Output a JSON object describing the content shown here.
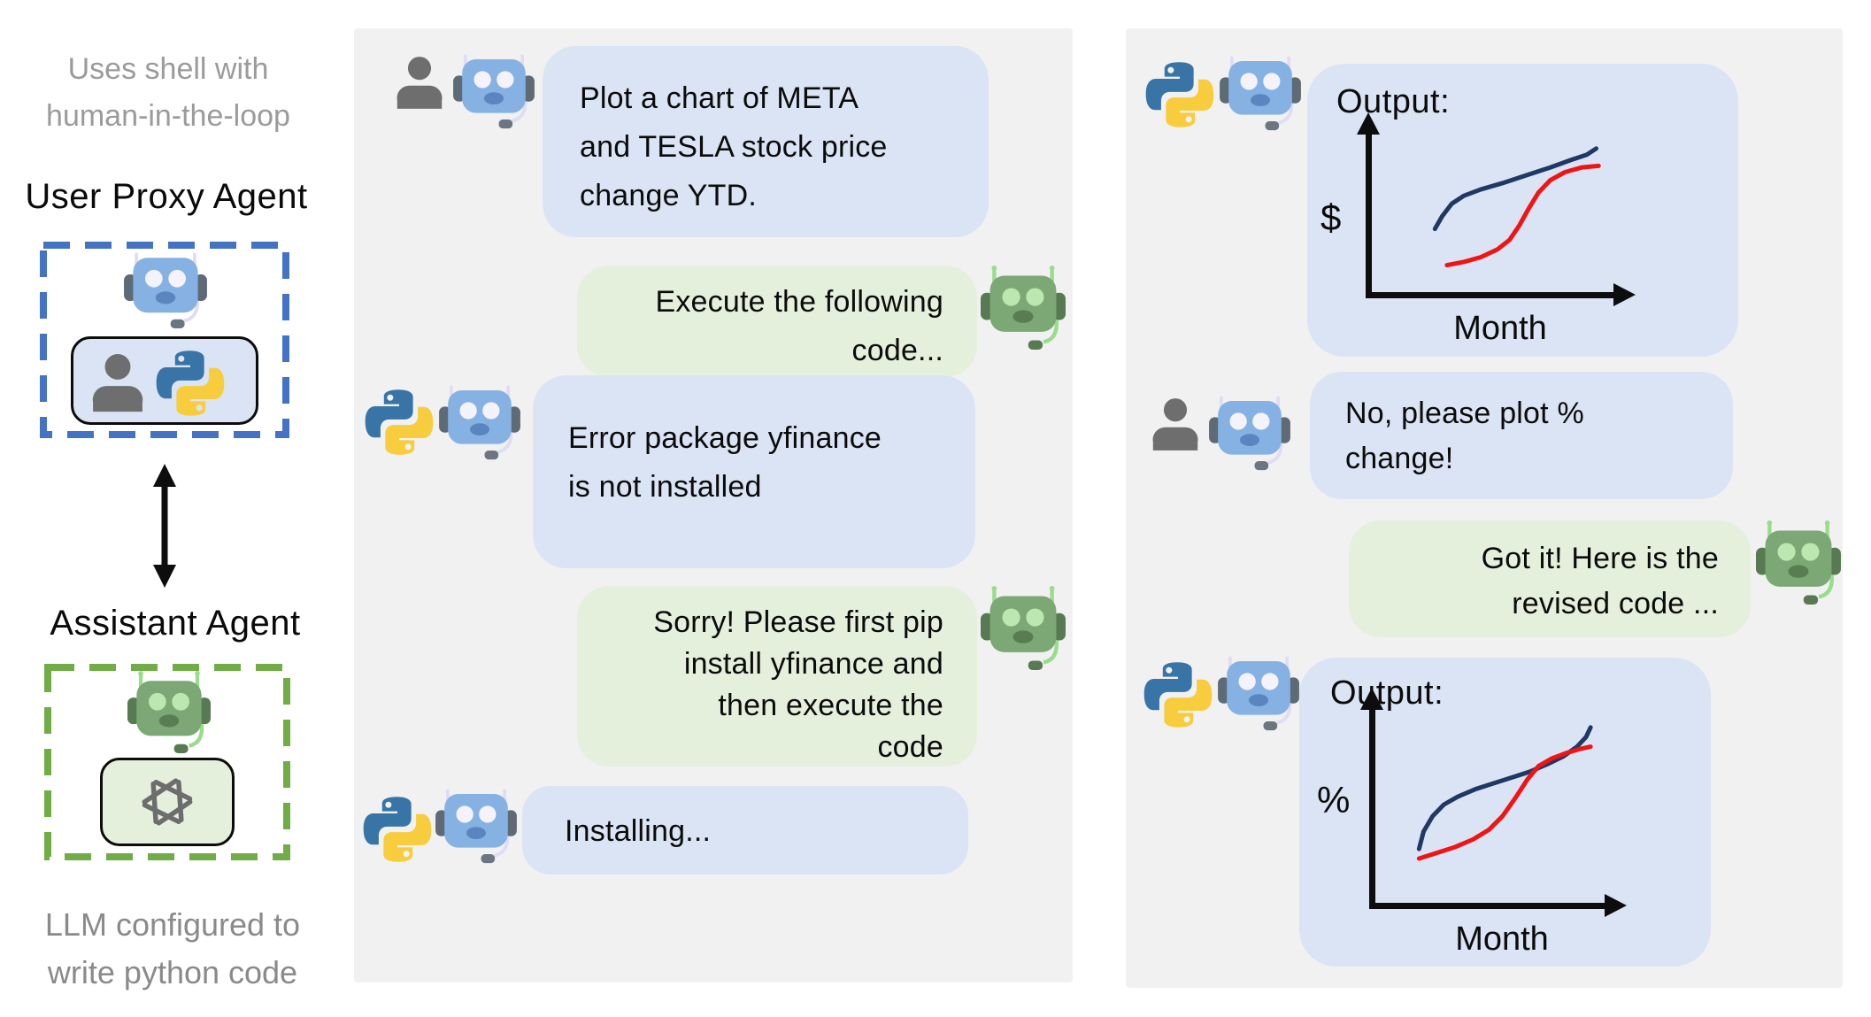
{
  "left_column": {
    "caption_top": "Uses shell with\nhuman-in-the-loop",
    "user_proxy_title": "User Proxy Agent",
    "assistant_title": "Assistant Agent",
    "caption_bottom": "LLM configured to\nwrite python code"
  },
  "middle_panel": {
    "messages": [
      {
        "from": "user-proxy",
        "side": "left",
        "text": "Plot a chart of META\nand TESLA stock price\nchange YTD."
      },
      {
        "from": "assistant",
        "side": "right",
        "text": "Execute the following\ncode..."
      },
      {
        "from": "user-proxy",
        "side": "left",
        "text": "Error package yfinance\nis not installed"
      },
      {
        "from": "assistant",
        "side": "right",
        "text": "Sorry! Please first pip\ninstall yfinance and\nthen execute the\ncode"
      },
      {
        "from": "user-proxy",
        "side": "left",
        "text": "Installing..."
      }
    ]
  },
  "right_panel": {
    "output1_label": "Output:",
    "output1_ylabel": "$",
    "output1_xlabel": "Month",
    "msg_no": "No, please plot %\nchange!",
    "msg_got": "Got it! Here is the\nrevised code ...",
    "output2_label": "Output:",
    "output2_ylabel": "%",
    "output2_xlabel": "Month"
  },
  "colors": {
    "panel_bg": "#f1f1f2",
    "bubble_blue": "#dbe4f4",
    "bubble_green": "#e4f0dc",
    "dashed_blue": "#4472c4",
    "dashed_green": "#70ad47",
    "line_navy": "#1f3864",
    "line_red": "#f01414",
    "caption_gray": "#9b9b9b"
  },
  "chart_data": [
    {
      "type": "line",
      "title": "Output:",
      "xlabel": "Month",
      "ylabel": "$",
      "grid": false,
      "legend": false,
      "axes_style": "hand-drawn arrows, no ticks",
      "series": [
        {
          "name": "series-navy",
          "color": "#1f3864",
          "points": [
            [
              24,
              39
            ],
            [
              27,
              47
            ],
            [
              31,
              55
            ],
            [
              36,
              60
            ],
            [
              43,
              64
            ],
            [
              52,
              68
            ],
            [
              62,
              73
            ],
            [
              72,
              78
            ],
            [
              81,
              83
            ],
            [
              87,
              86
            ],
            [
              91,
              90
            ]
          ]
        },
        {
          "name": "series-red",
          "color": "#f01414",
          "points": [
            [
              29,
              16
            ],
            [
              36,
              18
            ],
            [
              43,
              21
            ],
            [
              50,
              26
            ],
            [
              55,
              32
            ],
            [
              59,
              41
            ],
            [
              63,
              52
            ],
            [
              67,
              62
            ],
            [
              72,
              70
            ],
            [
              78,
              75
            ],
            [
              85,
              78
            ],
            [
              92,
              79
            ]
          ]
        }
      ]
    },
    {
      "type": "line",
      "title": "Output:",
      "xlabel": "Month",
      "ylabel": "%",
      "grid": false,
      "legend": false,
      "axes_style": "hand-drawn arrows, no ticks",
      "series": [
        {
          "name": "series-navy",
          "color": "#1f3864",
          "points": [
            [
              17,
              27
            ],
            [
              19,
              36
            ],
            [
              23,
              44
            ],
            [
              28,
              50
            ],
            [
              34,
              54
            ],
            [
              42,
              58
            ],
            [
              50,
              61
            ],
            [
              58,
              64
            ],
            [
              66,
              67
            ],
            [
              74,
              71
            ],
            [
              81,
              75
            ],
            [
              87,
              80
            ],
            [
              91,
              85
            ],
            [
              93,
              90
            ]
          ]
        },
        {
          "name": "series-red",
          "color": "#f01414",
          "points": [
            [
              17,
              22
            ],
            [
              25,
              25
            ],
            [
              33,
              28
            ],
            [
              41,
              32
            ],
            [
              48,
              37
            ],
            [
              54,
              44
            ],
            [
              60,
              54
            ],
            [
              65,
              63
            ],
            [
              70,
              70
            ],
            [
              76,
              74
            ],
            [
              83,
              77
            ],
            [
              89,
              79
            ],
            [
              93,
              80
            ]
          ]
        }
      ]
    }
  ]
}
